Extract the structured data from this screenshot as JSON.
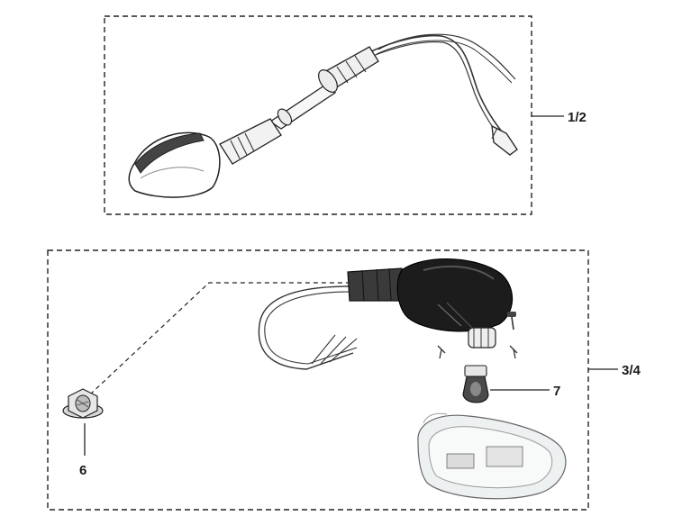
{
  "callouts": {
    "upper_assembly": "1/2",
    "lower_assembly": "3/4",
    "nut": "6",
    "bulb": "7"
  },
  "colors": {
    "line": "#222222",
    "housing_dark": "#1c1c1c",
    "lens_clear": "#eef1f2"
  }
}
